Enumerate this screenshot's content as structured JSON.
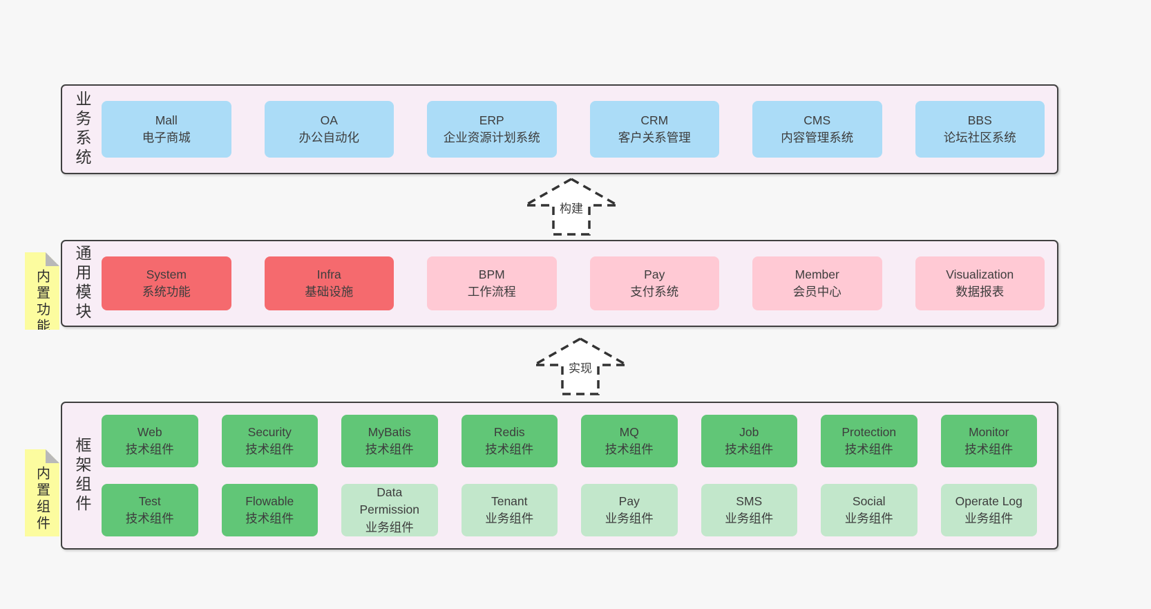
{
  "diagram": {
    "arrows": [
      {
        "label": "构建"
      },
      {
        "label": "实现"
      }
    ],
    "layers": [
      {
        "label": "业务系统",
        "boxes": [
          {
            "title": "Mall",
            "subtitle": "电子商城"
          },
          {
            "title": "OA",
            "subtitle": "办公自动化"
          },
          {
            "title": "ERP",
            "subtitle": "企业资源计划系统"
          },
          {
            "title": "CRM",
            "subtitle": "客户关系管理"
          },
          {
            "title": "CMS",
            "subtitle": "内容管理系统"
          },
          {
            "title": "BBS",
            "subtitle": "论坛社区系统"
          }
        ]
      },
      {
        "label": "通用模块",
        "note": "内置功能",
        "boxes": [
          {
            "title": "System",
            "subtitle": "系统功能"
          },
          {
            "title": "Infra",
            "subtitle": "基础设施"
          },
          {
            "title": "BPM",
            "subtitle": "工作流程"
          },
          {
            "title": "Pay",
            "subtitle": "支付系统"
          },
          {
            "title": "Member",
            "subtitle": "会员中心"
          },
          {
            "title": "Visualization",
            "subtitle": "数据报表"
          }
        ]
      },
      {
        "label": "框架组件",
        "note": "内置组件",
        "rows": [
          [
            {
              "title": "Web",
              "subtitle": "技术组件"
            },
            {
              "title": "Security",
              "subtitle": "技术组件"
            },
            {
              "title": "MyBatis",
              "subtitle": "技术组件"
            },
            {
              "title": "Redis",
              "subtitle": "技术组件"
            },
            {
              "title": "MQ",
              "subtitle": "技术组件"
            },
            {
              "title": "Job",
              "subtitle": "技术组件"
            },
            {
              "title": "Protection",
              "subtitle": "技术组件"
            },
            {
              "title": "Monitor",
              "subtitle": "技术组件"
            }
          ],
          [
            {
              "title": "Test",
              "subtitle": "技术组件"
            },
            {
              "title": "Flowable",
              "subtitle": "技术组件"
            },
            {
              "title": "Data Permission",
              "subtitle": "业务组件"
            },
            {
              "title": "Tenant",
              "subtitle": "业务组件"
            },
            {
              "title": "Pay",
              "subtitle": "业务组件"
            },
            {
              "title": "SMS",
              "subtitle": "业务组件"
            },
            {
              "title": "Social",
              "subtitle": "业务组件"
            },
            {
              "title": "Operate Log",
              "subtitle": "业务组件"
            }
          ]
        ]
      }
    ],
    "colors": {
      "page_bg": "#f7f7f7",
      "layer_bg": "#f8edf6",
      "layer_border": "#404040",
      "business_box": "#abdcf7",
      "core_module_box": "#f56a6e",
      "optional_module_box": "#ffc9d4",
      "tech_component_box": "#61c677",
      "biz_component_box": "#c2e7cb",
      "note_bg": "#fcfc9f",
      "text": "#3d3d3d"
    }
  }
}
